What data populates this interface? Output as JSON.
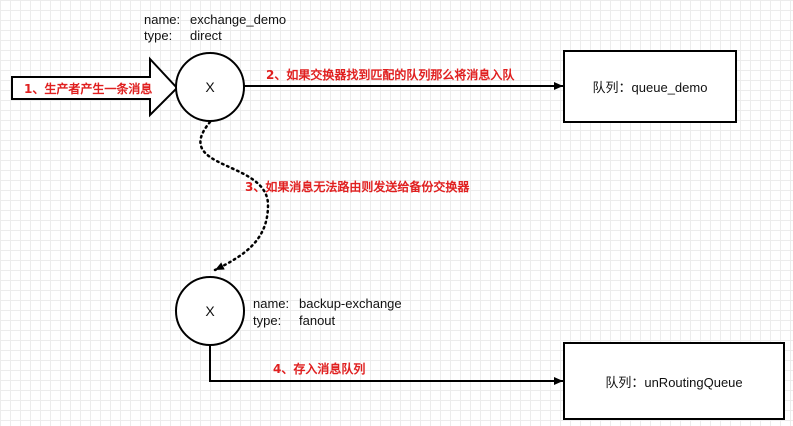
{
  "exchange_demo": {
    "name_label": "name:",
    "name_value": "exchange_demo",
    "type_label": "type:",
    "type_value": "direct",
    "node_symbol": "X"
  },
  "backup_exchange": {
    "name_label": "name:",
    "name_value": "backup-exchange",
    "type_label": "type:",
    "type_value": "fanout",
    "node_symbol": "X"
  },
  "queues": {
    "queue_demo": "队列：queue_demo",
    "unrouting_queue": "队列：unRoutingQueue"
  },
  "steps": {
    "step1": "1、生产者产生一条消息",
    "step2": "2、如果交换器找到匹配的队列那么将消息入队",
    "step3": "3、如果消息无法路由则发送给备份交换器",
    "step4": "4、存入消息队列"
  },
  "colors": {
    "annotation_red": "#e02020",
    "stroke": "#000000"
  }
}
